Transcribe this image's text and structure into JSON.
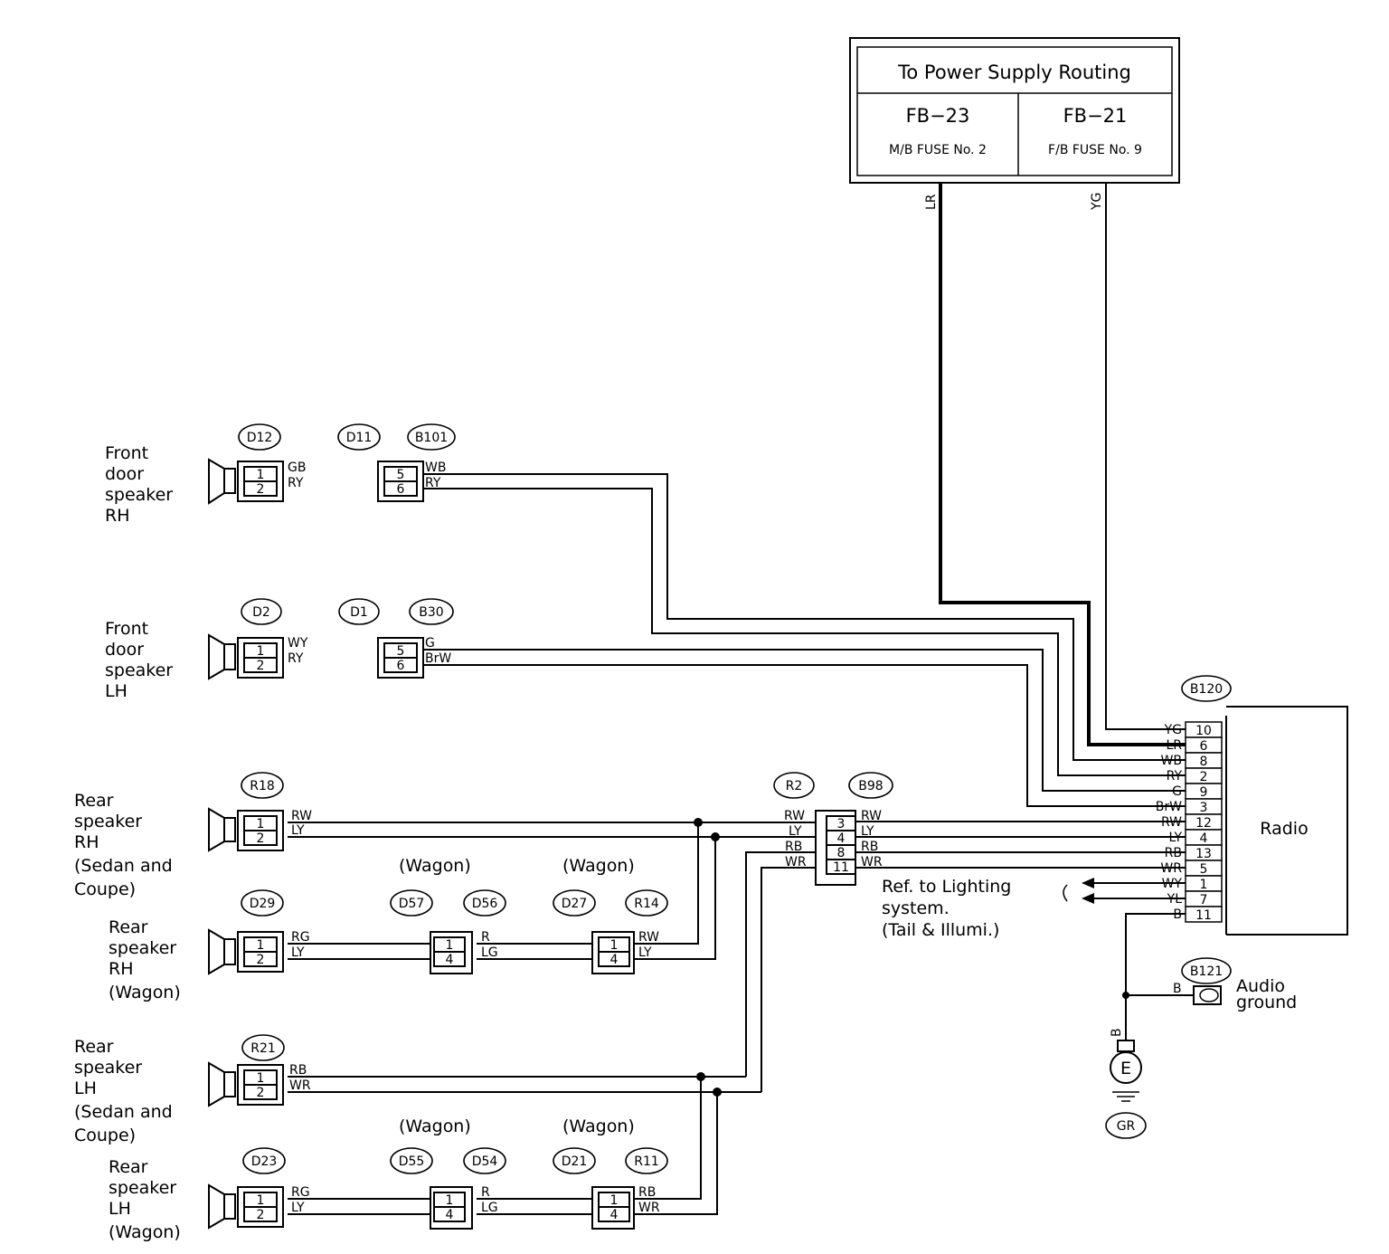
{
  "power_box": {
    "title": "To Power Supply Routing",
    "left_code": "FB−23",
    "left_fuse": "M/B FUSE No. 2",
    "right_code": "FB−21",
    "right_fuse": "F/B FUSE No. 9"
  },
  "power_wires": {
    "left": "LR",
    "right": "YG"
  },
  "connectors": {
    "d12": "D12",
    "d11": "D11",
    "b101": "B101",
    "d2": "D2",
    "d1": "D1",
    "b30": "B30",
    "r18": "R18",
    "r2": "R2",
    "b98": "B98",
    "d29": "D29",
    "d57": "D57",
    "d56": "D56",
    "d27": "D27",
    "r14": "R14",
    "r21": "R21",
    "d23": "D23",
    "d55": "D55",
    "d54": "D54",
    "d21": "D21",
    "r11": "R11",
    "b120": "B120",
    "b121": "B121",
    "gr": "GR"
  },
  "wagon_label": "(Wagon)",
  "speakers": {
    "front_rh": [
      "Front",
      "door",
      "speaker",
      "RH"
    ],
    "front_lh": [
      "Front",
      "door",
      "speaker",
      "LH"
    ],
    "rear_rh_sedan": [
      "Rear",
      "speaker",
      "RH",
      "(Sedan and",
      "Coupe)"
    ],
    "rear_rh_wagon": [
      "Rear",
      "speaker",
      "RH",
      "(Wagon)"
    ],
    "rear_lh_sedan": [
      "Rear",
      "speaker",
      "LH",
      "(Sedan and",
      "Coupe)"
    ],
    "rear_lh_wagon": [
      "Rear",
      "speaker",
      "LH",
      "(Wagon)"
    ]
  },
  "wire_colors": {
    "fr_a": "GB",
    "fr_b": "RY",
    "fr_c": "WB",
    "fr_d": "RY",
    "fl_a": "WY",
    "fl_b": "RY",
    "fl_c": "G",
    "fl_d": "BrW",
    "rr_a": "RW",
    "rr_b": "LY",
    "r2_a": "RW",
    "r2_b": "LY",
    "r2_c": "RB",
    "r2_d": "WR",
    "b98_a": "RW",
    "b98_b": "LY",
    "b98_c": "RB",
    "b98_d": "WR",
    "rrw_a": "RG",
    "rrw_b": "LY",
    "rrw_c": "R",
    "rrw_d": "LG",
    "rrw_e": "RW",
    "rrw_f": "LY",
    "rl_a": "RB",
    "rl_b": "WR",
    "rlw_a": "RG",
    "rlw_b": "LY",
    "rlw_c": "R",
    "rlw_d": "LG",
    "rlw_e": "RB",
    "rlw_f": "WR",
    "gnd_b1": "B",
    "gnd_b2": "B"
  },
  "pins": {
    "one": "1",
    "two": "2",
    "four": "4",
    "five": "5",
    "six": "6",
    "three": "3",
    "eight": "8",
    "eleven": "11"
  },
  "radio": {
    "label": "Radio",
    "rows": [
      {
        "color": "YG",
        "pin": "10"
      },
      {
        "color": "LR",
        "pin": "6"
      },
      {
        "color": "WB",
        "pin": "8"
      },
      {
        "color": "RY",
        "pin": "2"
      },
      {
        "color": "G",
        "pin": "9"
      },
      {
        "color": "BrW",
        "pin": "3"
      },
      {
        "color": "RW",
        "pin": "12"
      },
      {
        "color": "LY",
        "pin": "4"
      },
      {
        "color": "RB",
        "pin": "13"
      },
      {
        "color": "WR",
        "pin": "5"
      },
      {
        "color": "WY",
        "pin": "1"
      },
      {
        "color": "YL",
        "pin": "7"
      },
      {
        "color": "B",
        "pin": "11"
      }
    ]
  },
  "lighting_ref": [
    "Ref. to Lighting",
    "system.",
    "(Tail & Illumi.)"
  ],
  "audio_ground": [
    "Audio",
    "ground"
  ],
  "ground_e": "E"
}
